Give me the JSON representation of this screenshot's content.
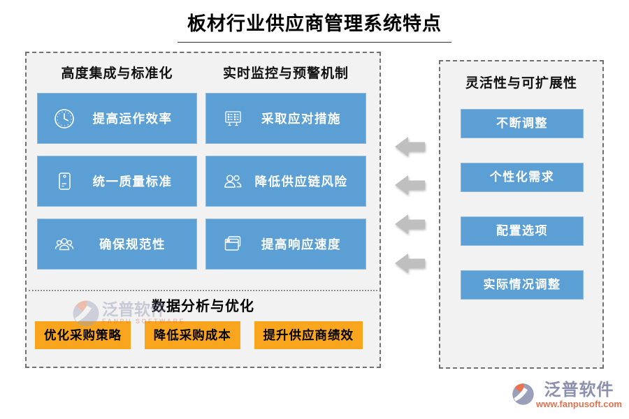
{
  "title": "板材行业供应商管理系统特点",
  "left_panel": {
    "sections": [
      {
        "heading": "高度集成与标准化",
        "items": [
          {
            "icon": "clock-icon",
            "label": "提高运作效率"
          },
          {
            "icon": "package-icon",
            "label": "统一质量标准"
          },
          {
            "icon": "team-icon",
            "label": "确保规范性"
          }
        ]
      },
      {
        "heading": "实时监控与预警机制",
        "items": [
          {
            "icon": "checklist-board-icon",
            "label": "采取应对措施"
          },
          {
            "icon": "users-icon",
            "label": "降低供应链风险"
          },
          {
            "icon": "stacked-windows-icon",
            "label": "提高响应速度"
          }
        ]
      }
    ],
    "bottom": {
      "heading": "数据分析与优化",
      "items": [
        {
          "label": "优化采购策略"
        },
        {
          "label": "降低采购成本"
        },
        {
          "label": "提升供应商绩效"
        }
      ]
    }
  },
  "right_panel": {
    "heading": "灵活性与可扩展性",
    "items": [
      {
        "label": "不断调整"
      },
      {
        "label": "个性化需求"
      },
      {
        "label": "配置选项"
      },
      {
        "label": "实际情况调整"
      }
    ]
  },
  "watermark": {
    "brand": "泛普软件",
    "subtitle": "FANPU SOFTWARE"
  },
  "footer_brand": {
    "name": "泛普软件",
    "website": "www.fanpusoft.com"
  },
  "colors": {
    "feature_blue": "#5b9fd4",
    "accent_orange": "#f9a61e",
    "arrow_gray": "#bfbfbf",
    "brand_gray_blue": "#8a90ae",
    "brand_orange": "#e0734e",
    "panel_bg": "#f2f2f2"
  }
}
